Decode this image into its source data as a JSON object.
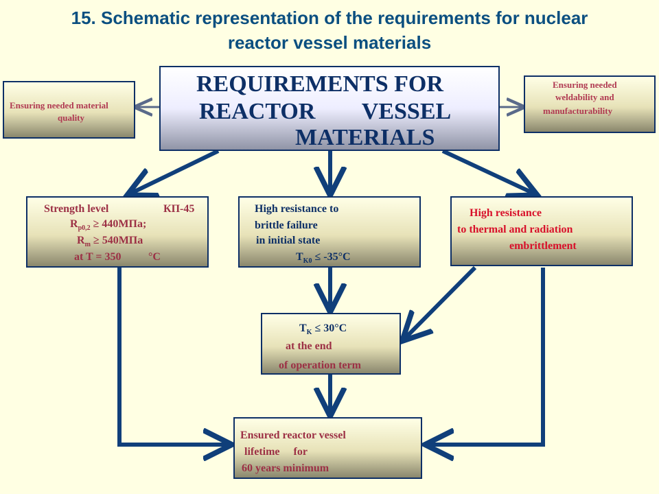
{
  "title": {
    "line1": "15. Schematic representation of the requirements for nuclear",
    "line2": "reactor vessel   materials"
  },
  "central_box": {
    "line1": "REQUIREMENTS FOR",
    "line2": "REACTOR        VESSEL",
    "line3": "MATERIALS"
  },
  "left_side_box": {
    "line1": "Ensuring  needed material",
    "line2": "quality"
  },
  "right_side_box": {
    "line1": "Ensuring needed",
    "line2": "weldability and",
    "line3": "manufacturability"
  },
  "strength_box": {
    "line1_a": "Strength level",
    "line1_b": "КП-45",
    "line2_sym": "R",
    "line2_sub": "p0,2",
    "line2_rest": " ≥ 440МПа;",
    "line3_sym": "R",
    "line3_sub": "m",
    "line3_rest": " ≥ 540МПа",
    "line4_a": "at T = 350",
    "line4_b": "°C"
  },
  "brittle_box": {
    "line1": "High resistance to",
    "line2": "brittle failure",
    "line3": "in initial state",
    "line4_sym": "T",
    "line4_sub": "K0",
    "line4_rest": " ≤ -35°C"
  },
  "thermal_box": {
    "line1": "High resistance",
    "line2": "to thermal and radiation",
    "line3": "embrittlement"
  },
  "tk_box": {
    "line1_sym": "T",
    "line1_sub": "K",
    "line1_rest": " ≤ 30°C",
    "line2": "at the end",
    "line3": "of operation term"
  },
  "lifetime_box": {
    "line1": "Ensured reactor vessel",
    "line2": "lifetime     for",
    "line3": "60 years minimum"
  },
  "colors": {
    "background": "#ffffe3",
    "title": "#0b4f80",
    "navy": "#0d2f66",
    "red": "#d8102a",
    "plum": "#9c3045",
    "arrow": "#103f7a"
  }
}
